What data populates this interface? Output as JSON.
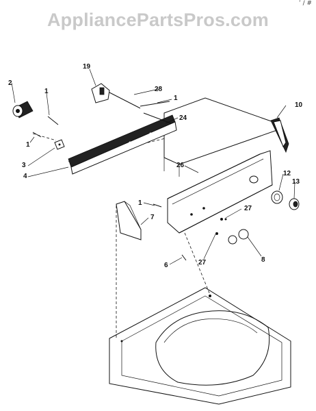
{
  "watermark": "AppliancePartsPros.com",
  "corner_mark": "’ / #",
  "labels": {
    "l19": "19",
    "l28top": "28",
    "l1top": "1",
    "l2": "2",
    "l1left": "1",
    "l24": "24",
    "l10": "10",
    "l1mid": "1",
    "l3": "3",
    "l4": "4",
    "l26": "26",
    "l12": "12",
    "l13": "13",
    "l1lower": "1",
    "l7": "7",
    "l27a": "27",
    "l27b": "27",
    "l8": "8",
    "l6": "6"
  }
}
